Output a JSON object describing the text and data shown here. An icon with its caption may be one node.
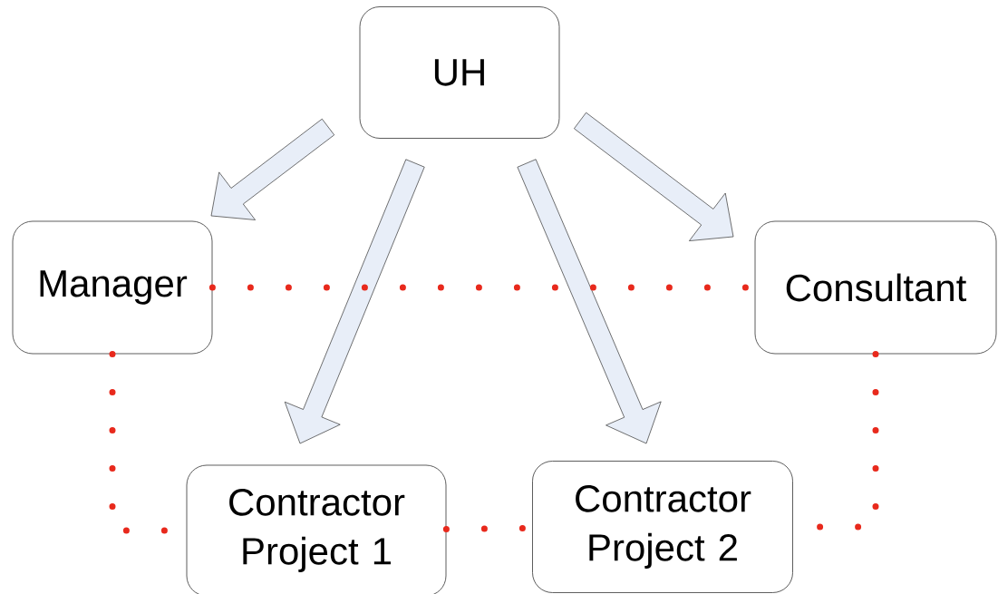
{
  "diagram": {
    "nodes": [
      {
        "text": [
          "UH"
        ]
      },
      {
        "text": [
          "Manager"
        ]
      },
      {
        "text": [
          "Consultant"
        ]
      },
      {
        "text": [
          "Contractor Project 1"
        ]
      },
      {
        "text": [
          "Contractor Project 2"
        ]
      }
    ],
    "edges": [
      {
        "from": 0,
        "to": 1,
        "arrow": "to"
      },
      {
        "from": 0,
        "to": 3,
        "arrow": "to"
      },
      {
        "from": 0,
        "to": 4,
        "arrow": "to"
      },
      {
        "from": 0,
        "to": 2,
        "arrow": "to"
      },
      {
        "from": 1,
        "to": 2,
        "arrow": "none",
        "style": "dashed",
        "color": "#e8291c"
      },
      {
        "from": 1,
        "to": 3,
        "arrow": "none",
        "style": "dashed",
        "color": "#e8291c"
      },
      {
        "from": 3,
        "to": 4,
        "arrow": "none",
        "style": "dashed",
        "color": "#e8291c"
      },
      {
        "from": 2,
        "to": 4,
        "arrow": "none",
        "style": "dashed",
        "color": "#e8291c"
      }
    ]
  }
}
